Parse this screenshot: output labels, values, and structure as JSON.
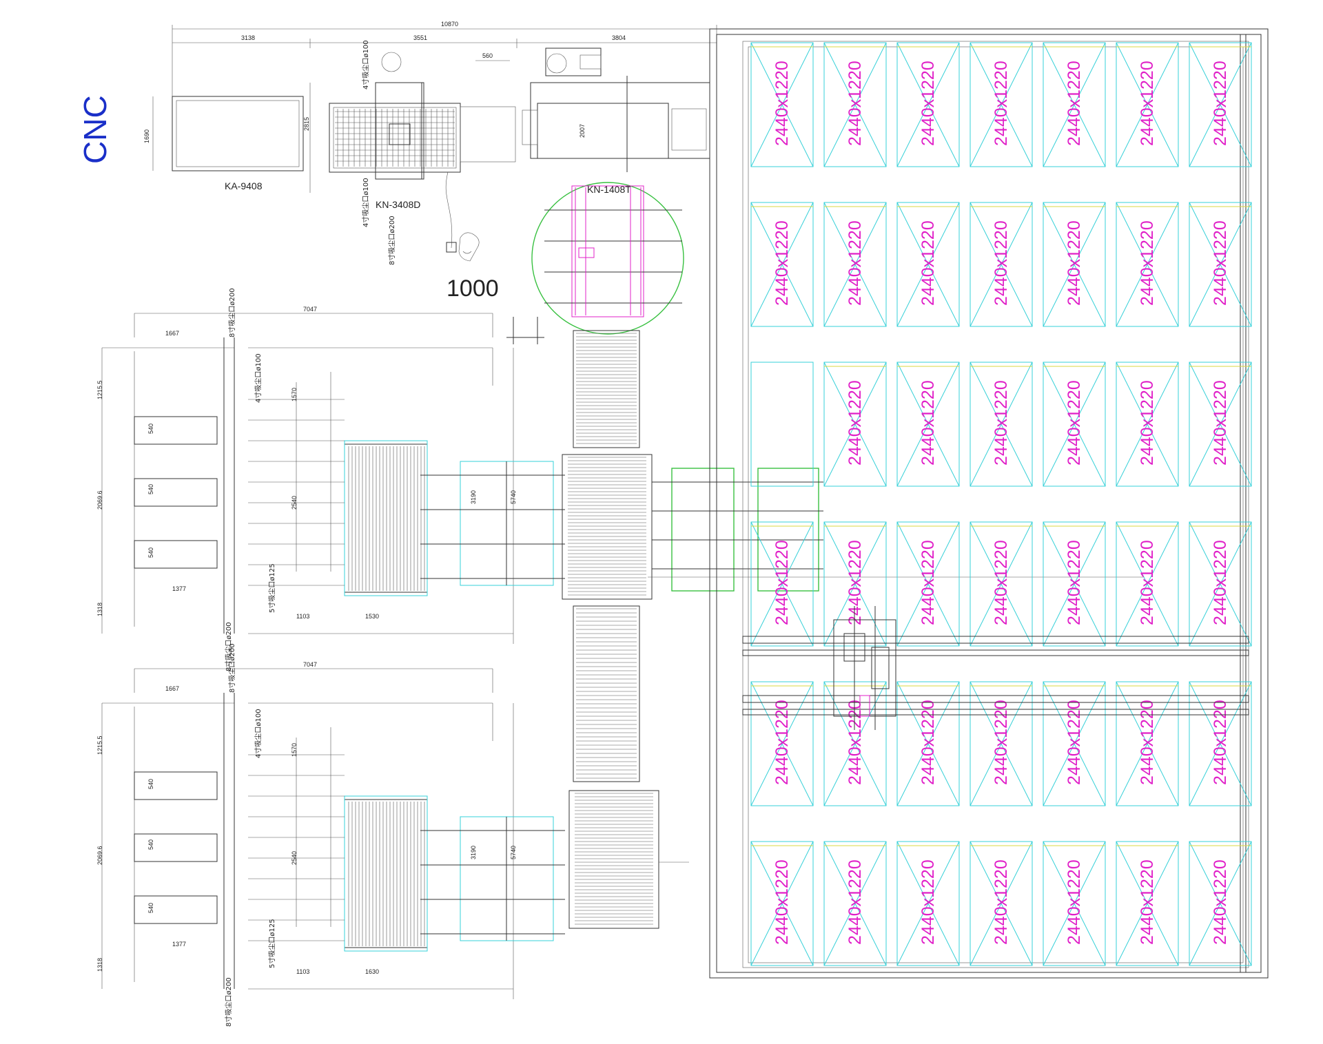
{
  "title": "CNC",
  "callout_gap": "1000",
  "top_line": {
    "machines": [
      {
        "model": "KA-9408"
      },
      {
        "model": "KN-3408D"
      },
      {
        "model": "KN-1408T"
      }
    ],
    "dims": {
      "overall": "10870",
      "seg1": "3138",
      "seg2": "3551",
      "seg3": "3804",
      "small": "560",
      "height_left": "1690",
      "height_mid": "2815",
      "height_right": "2007"
    },
    "ports": [
      "4寸吸尘口ø100",
      "4寸吸尘口ø100",
      "8寸吸尘口ø200"
    ]
  },
  "sorting_lines": [
    {
      "dims": {
        "overall": "7047",
        "d1667": "1667",
        "d1215": "1215.5",
        "d2069": "2069.6",
        "d1318": "1318",
        "d1377": "1377",
        "d1103": "1103",
        "d1530": "1530",
        "d1570": "1570",
        "d2540": "2540",
        "d540a": "540",
        "d540b": "540",
        "d540c": "540",
        "d3190": "3190",
        "d5740": "5740"
      },
      "ports": [
        "8寸吸尘口ø200",
        "4寸吸尘口ø100",
        "5寸吸尘口ø125",
        "8寸吸尘口ø200"
      ]
    },
    {
      "dims": {
        "overall": "7047",
        "d1667": "1667",
        "d1215": "1215.5",
        "d2069": "2069.6",
        "d1318": "1318",
        "d1377": "1377",
        "d1103": "1103",
        "d1530": "1630",
        "d1570": "1570",
        "d2540": "2540",
        "d540a": "540",
        "d540b": "540",
        "d540c": "540",
        "d3190": "3190",
        "d5740": "5740"
      },
      "ports": [
        "8寸吸尘口ø200",
        "4寸吸尘口ø100",
        "5寸吸尘口ø125",
        "8寸吸尘口ø200"
      ]
    }
  ],
  "storage": {
    "cols": 7,
    "rows": 6,
    "board_label": "2440x1220",
    "empty_cells": [
      [
        2,
        0
      ]
    ]
  }
}
